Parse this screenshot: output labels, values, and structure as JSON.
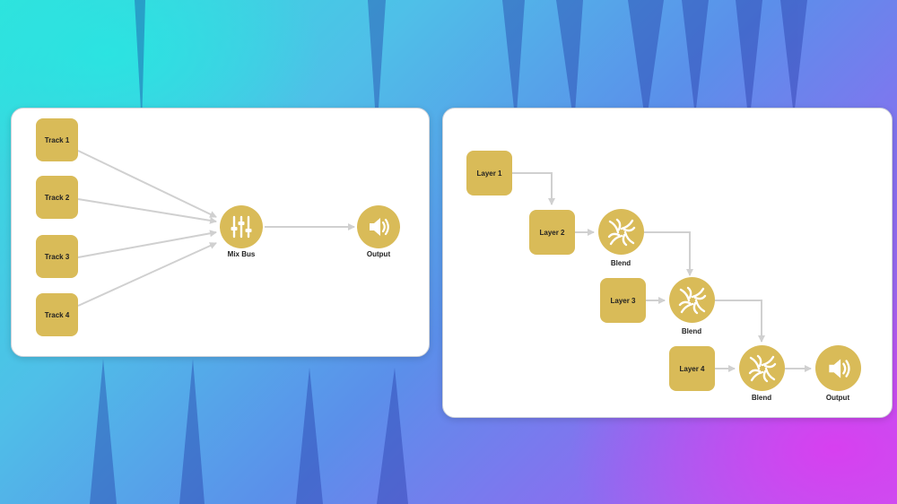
{
  "left_diagram": {
    "tracks": [
      "Track 1",
      "Track 2",
      "Track 3",
      "Track 4"
    ],
    "mix_label": "Mix Bus",
    "output_label": "Output",
    "mix_icon": "sliders-icon",
    "output_icon": "speaker-icon"
  },
  "right_diagram": {
    "layers": [
      "Layer 1",
      "Layer 2",
      "Layer 3",
      "Layer 4"
    ],
    "blend_labels": [
      "Blend",
      "Blend",
      "Blend"
    ],
    "output_label": "Output",
    "blend_icon": "swirl-icon",
    "output_icon": "speaker-icon"
  },
  "colors": {
    "node_fill": "#d9bb58",
    "connector": "#d0d0d0",
    "panel_bg": "#ffffff"
  }
}
